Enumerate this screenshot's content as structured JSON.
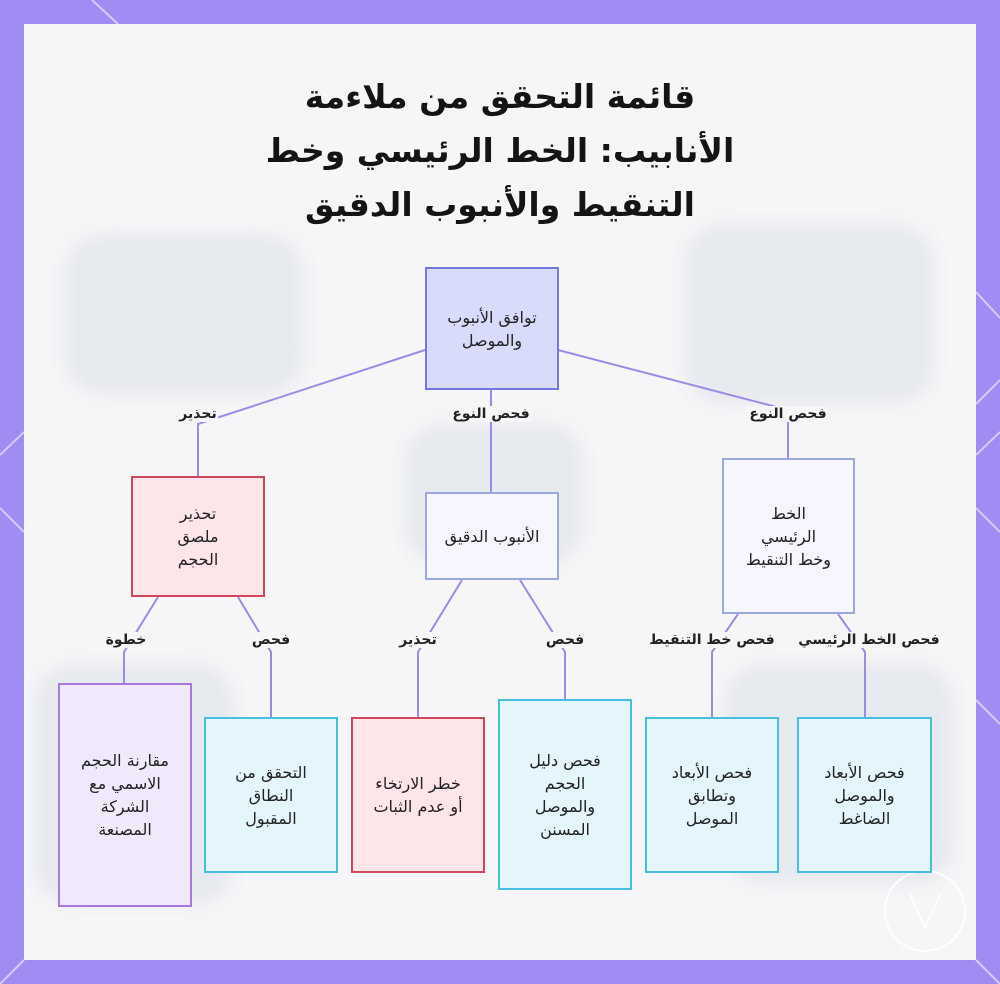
{
  "title": [
    "قائمة التحقق من ملاءمة",
    "الأنابيب: الخط الرئيسي وخط",
    "التنقيط والأنبوب الدقيق"
  ],
  "nodes": {
    "root": "توافق الأنبوب والموصل",
    "main_drip": "الخط الرئيسي وخط التنقيط",
    "micro": "الأنبوب الدقيق",
    "warn_label": "تحذير ملصق الحجم",
    "check_main": "فحص الأبعاد والموصل الضاغط",
    "check_drip": "فحص الأبعاد وتطابق الموصل",
    "check_guide": "فحص دليل الحجم والموصل المسنن",
    "risk": "خطر الارتخاء أو عدم الثبات",
    "verify_range": "التحقق من النطاق المقبول",
    "compare": "مقارنة الحجم الاسمي مع الشركة المصنعة"
  },
  "edges": {
    "type_check_right": "فحص النوع",
    "type_check_mid": "فحص النوع",
    "warning_left": "تحذير",
    "main_line_check": "فحص الخط الرئيسي",
    "drip_line_check": "فحص خط التنقيط",
    "micro_check": "فحص",
    "micro_warning": "تحذير",
    "label_check": "فحص",
    "label_step": "خطوة"
  },
  "colors": {
    "frame": "#a08cf2",
    "root_fill": "#d9dbfb",
    "warn_border": "#d0465c",
    "check_border": "#46bfe0",
    "step_border": "#a979d9",
    "edge": "#9b8ae6"
  }
}
